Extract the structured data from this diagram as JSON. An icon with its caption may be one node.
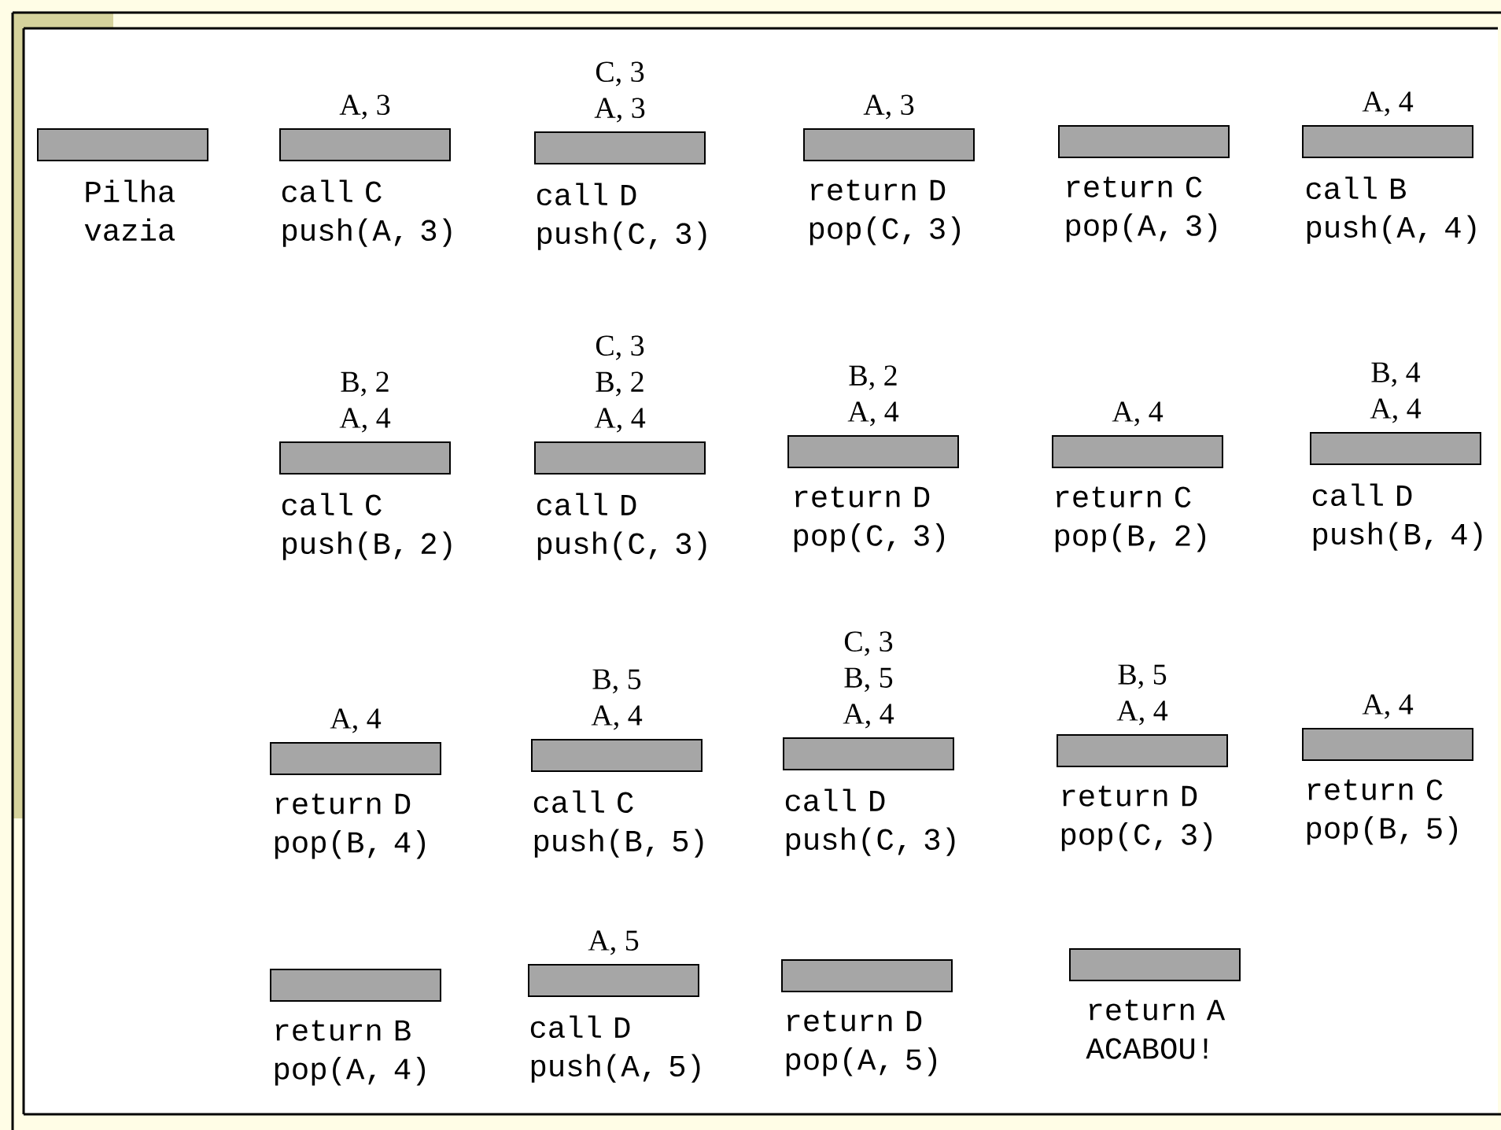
{
  "diagram": {
    "nodes": [
      {
        "text": [],
        "shape": "bar",
        "beside": [
          "Pilha vazia"
        ]
      },
      {
        "text": [],
        "shape": "bar",
        "beside": [
          "A, 3",
          "call C push(A, 3)"
        ]
      },
      {
        "text": [],
        "shape": "bar",
        "beside": [
          "C, 3",
          "A, 3",
          "call D push(C, 3)"
        ]
      },
      {
        "text": [],
        "shape": "bar",
        "beside": [
          "A, 3",
          "return D pop(C, 3)"
        ]
      },
      {
        "text": [],
        "shape": "bar",
        "beside": [
          "return C pop(A, 3)"
        ]
      },
      {
        "text": [],
        "shape": "bar",
        "beside": [
          "A, 4",
          "call B push(A, 4)"
        ]
      },
      {
        "text": [],
        "shape": "bar",
        "beside": [
          "B, 2",
          "A, 4",
          "call C push(B, 2)"
        ]
      },
      {
        "text": [],
        "shape": "bar",
        "beside": [
          "C, 3",
          "B, 2",
          "A, 4",
          "call D push(C, 3)"
        ]
      },
      {
        "text": [],
        "shape": "bar",
        "beside": [
          "B, 2",
          "A, 4",
          "return D pop(C, 3)"
        ]
      },
      {
        "text": [],
        "shape": "bar",
        "beside": [
          "A, 4",
          "return C pop(B, 2)"
        ]
      },
      {
        "text": [],
        "shape": "bar",
        "beside": [
          "B, 4",
          "A, 4",
          "call D push(B, 4)"
        ]
      },
      {
        "text": [],
        "shape": "bar",
        "beside": [
          "A, 4",
          "return D pop(B, 4)"
        ]
      },
      {
        "text": [],
        "shape": "bar",
        "beside": [
          "B, 5",
          "A, 4",
          "call C push(B, 5)"
        ]
      },
      {
        "text": [],
        "shape": "bar",
        "beside": [
          "C, 3",
          "B, 5",
          "A, 4",
          "call D push(C, 3)"
        ]
      },
      {
        "text": [],
        "shape": "bar",
        "beside": [
          "B, 5",
          "A, 4",
          "return D pop(C, 3)"
        ]
      },
      {
        "text": [],
        "shape": "bar",
        "beside": [
          "A, 4",
          "return C pop(B, 5)"
        ]
      },
      {
        "text": [],
        "shape": "bar",
        "beside": [
          "return B pop(A, 4)"
        ]
      },
      {
        "text": [],
        "shape": "bar",
        "beside": [
          "A, 5",
          "call D push(A, 5)"
        ]
      },
      {
        "text": [],
        "shape": "bar",
        "beside": [
          "return D pop(A, 5)"
        ]
      },
      {
        "text": [],
        "shape": "bar",
        "beside": [
          "return A ACABOU!"
        ]
      }
    ]
  }
}
